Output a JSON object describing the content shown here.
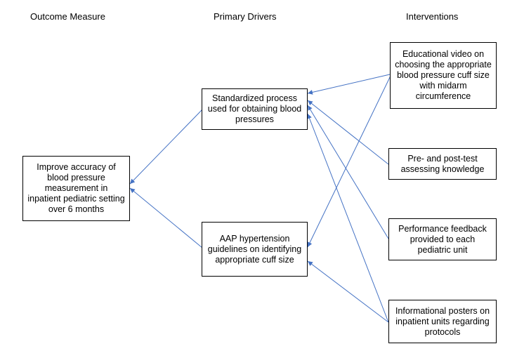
{
  "headers": {
    "outcome": "Outcome Measure",
    "drivers": "Primary Drivers",
    "interventions": "Interventions"
  },
  "nodes": {
    "outcome": "Improve accuracy of blood pressure measurement in inpatient pediatric setting over 6 months",
    "driver_standardized": "Standardized process used for obtaining blood pressures",
    "driver_aap": "AAP hypertension guidelines on identifying appropriate cuff size",
    "int_video": "Educational video on choosing the appropriate blood pressure cuff size with midarm circumference",
    "int_test": "Pre- and post-test assessing knowledge",
    "int_feedback": "Performance feedback provided to each pediatric unit",
    "int_posters": "Informational posters on inpatient units regarding protocols"
  },
  "colors": {
    "arrow": "#4472C4",
    "box_border": "#000000"
  }
}
